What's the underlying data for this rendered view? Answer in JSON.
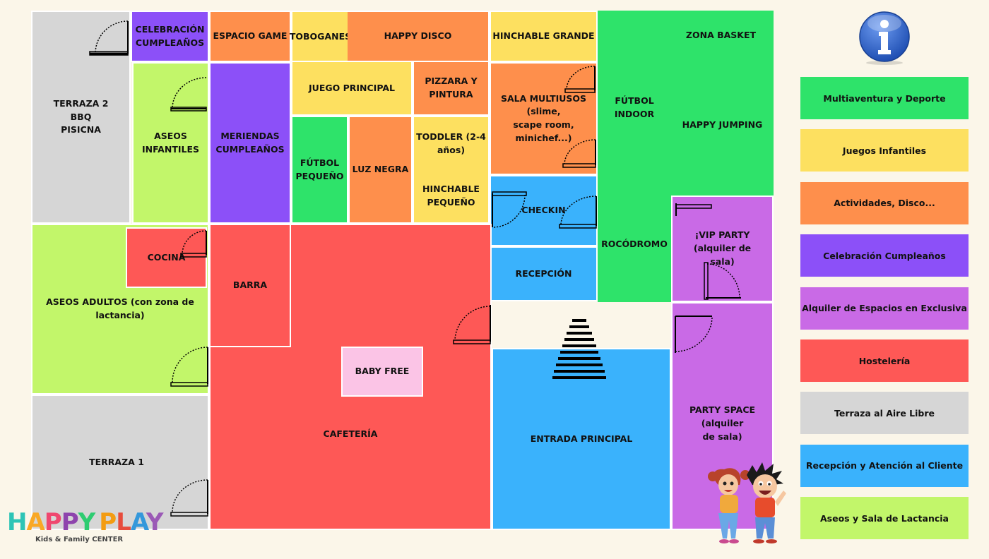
{
  "rooms": {
    "terraza2": "TERRAZA 2\nBBQ\nPISICNA",
    "celebracion": "CELEBRACIÓN\nCUMPLEAÑOS",
    "espacio_game": "ESPACIO GAME",
    "toboganes": "TOBOGANES",
    "happy_disco": "HAPPY DISCO",
    "hinchable_grande": "HINCHABLE GRANDE",
    "zona_basket": "ZONA BASKET",
    "aseos_infantiles": "ASEOS\nINFANTILES",
    "meriendas": "MERIENDAS\nCUMPLEAÑOS",
    "juego_principal": "JUEGO PRINCIPAL",
    "pizzara": "PIZZARA Y\nPINTURA",
    "sala_multiusos": "SALA MULTIUSOS (slime,\nscape room, minichef...)",
    "futbol_indoor": "FÚTBOL INDOOR",
    "happy_jumping": "HAPPY JUMPING",
    "futbol_pequeno": "FÚTBOL\nPEQUEÑO",
    "luz_negra": "LUZ NEGRA",
    "toddler": "TODDLER (2-4\naños)",
    "hinchable_pequeno": "HINCHABLE\nPEQUEÑO",
    "checkin": "CHECKIN",
    "rocodromo": "ROCÓDROMO",
    "vip_party": "¡VIP PARTY (alquiler de\nsala)",
    "cocina": "COCINA",
    "barra": "BARRA",
    "recepcion": "RECEPCIÓN",
    "aseos_adultos": "ASEOS ADULTOS (con zona de lactancia)",
    "baby_free": "BABY FREE",
    "cafeteria": "CAFETERÍA",
    "entrada_principal": "ENTRADA PRINCIPAL",
    "party_space": "PARTY SPACE (alquiler\nde sala)",
    "terraza1": "TERRAZA 1"
  },
  "legend": [
    {
      "label": "Multiaventura y Deporte",
      "color": "#2ee36a"
    },
    {
      "label": "Juegos Infantiles",
      "color": "#fde060"
    },
    {
      "label": "Actividades, Disco...",
      "color": "#fe8f4c"
    },
    {
      "label": "Celebración Cumpleaños",
      "color": "#8c50f8"
    },
    {
      "label": "Alquiler de Espacios en Exclusiva",
      "color": "#c96ae6"
    },
    {
      "label": "Hostelería",
      "color": "#fe5856"
    },
    {
      "label": "Terraza al Aire Libre",
      "color": "#d6d6d6"
    },
    {
      "label": "Recepción y Atención al Cliente",
      "color": "#3ab2fc"
    },
    {
      "label": "Aseos y Sala de Lactancia",
      "color": "#c2f66a"
    }
  ],
  "logo": {
    "brand": "HAPPY PLAY",
    "tagline": "Kids & Family CENTER"
  },
  "icons": {
    "info": "info-icon",
    "stairs": "stairs-icon",
    "door": "door-swing-icon",
    "mascots": "kids-mascot-icon"
  }
}
